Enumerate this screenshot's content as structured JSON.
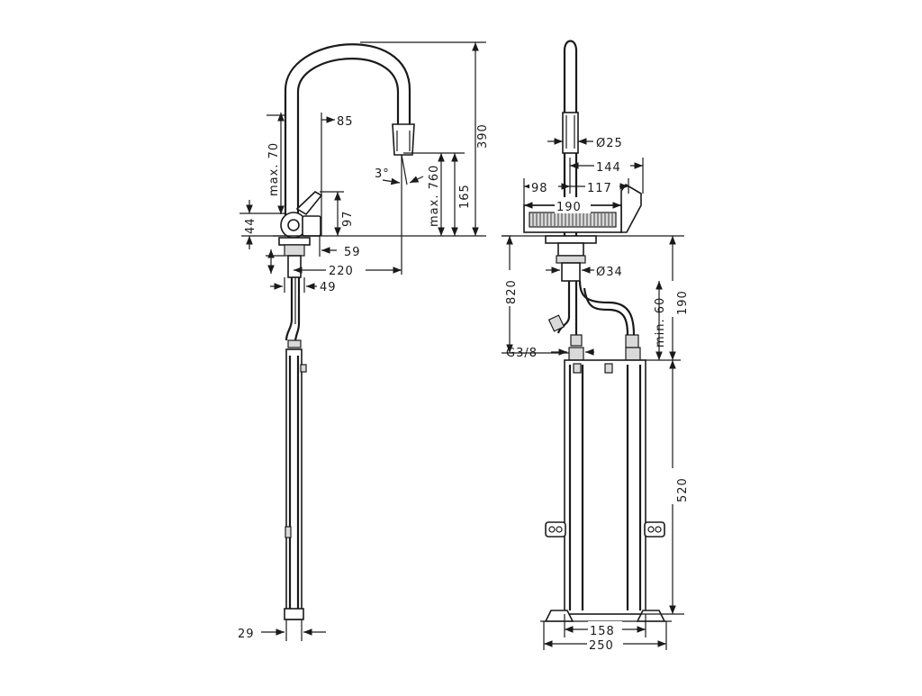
{
  "diagram": {
    "side_view": {
      "dimensions": {
        "max70": "max. 70",
        "d85": "85",
        "d390": "390",
        "max760": "max. 760",
        "d165": "165",
        "angle": "3°",
        "d97": "97",
        "d44": "44",
        "d59": "59",
        "d220": "220",
        "d49": "49",
        "d29": "29"
      }
    },
    "front_view": {
      "dimensions": {
        "dia25": "Ø25",
        "d144": "144",
        "d98": "98",
        "d117": "117",
        "d190_top": "190",
        "dia34": "Ø34",
        "d820": "820",
        "min60": "min. 60",
        "d190_right": "190",
        "g38": "G3/8",
        "d520": "520",
        "d158": "158",
        "d250": "250"
      }
    }
  }
}
